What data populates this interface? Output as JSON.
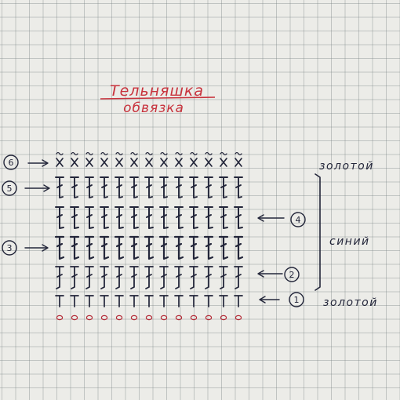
{
  "title": "Тельняшка",
  "subtitle": "обвязка",
  "color_labels": {
    "top": "золотой",
    "middle": "синий",
    "bottom": "золотой"
  },
  "row_markers": {
    "row1": "1",
    "row2": "2",
    "row3": "3",
    "row4": "4",
    "row5": "5",
    "row6": "6"
  },
  "stitch_columns": 13,
  "colors": {
    "ink": "#23263a",
    "title_red": "#c8323c",
    "chain_red": "#b42a36",
    "paper": "#ecece8"
  }
}
